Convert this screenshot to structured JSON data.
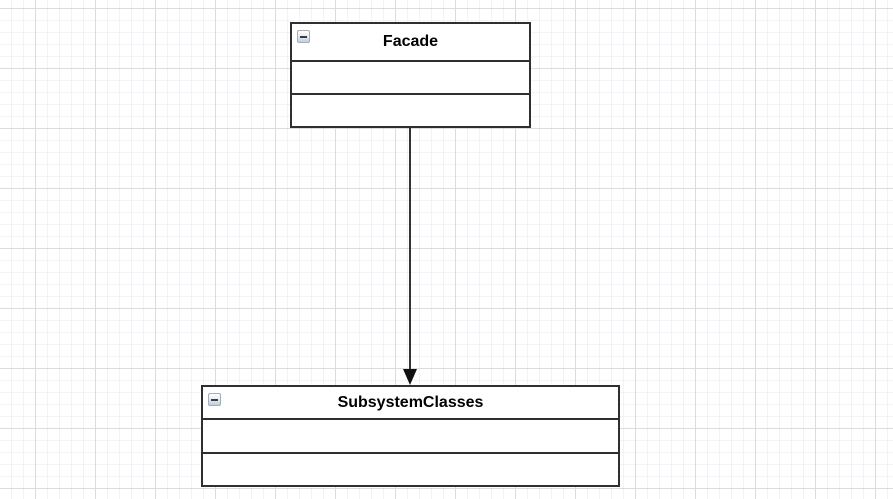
{
  "diagram": {
    "type": "uml-class-diagram",
    "connector": {
      "from": "Facade",
      "to": "SubsystemClasses",
      "style": "directed-arrow-solid-head",
      "direction": "down"
    }
  },
  "classes": [
    {
      "name": "Facade",
      "collapse_icon": "minus-box",
      "compartments": [
        "",
        ""
      ]
    },
    {
      "name": "SubsystemClasses",
      "collapse_icon": "minus-box",
      "compartments": [
        "",
        ""
      ]
    }
  ],
  "colors": {
    "box_border": "#2f2f2f",
    "box_fill": "#ffffff",
    "title_text": "#000000",
    "arrow": "#333333",
    "grid_minor": "#f3f3f7",
    "grid_major": "#dcdcdc",
    "collapse_button_border": "#9fb1c1",
    "collapse_button_fill": "#c3cfdb"
  }
}
